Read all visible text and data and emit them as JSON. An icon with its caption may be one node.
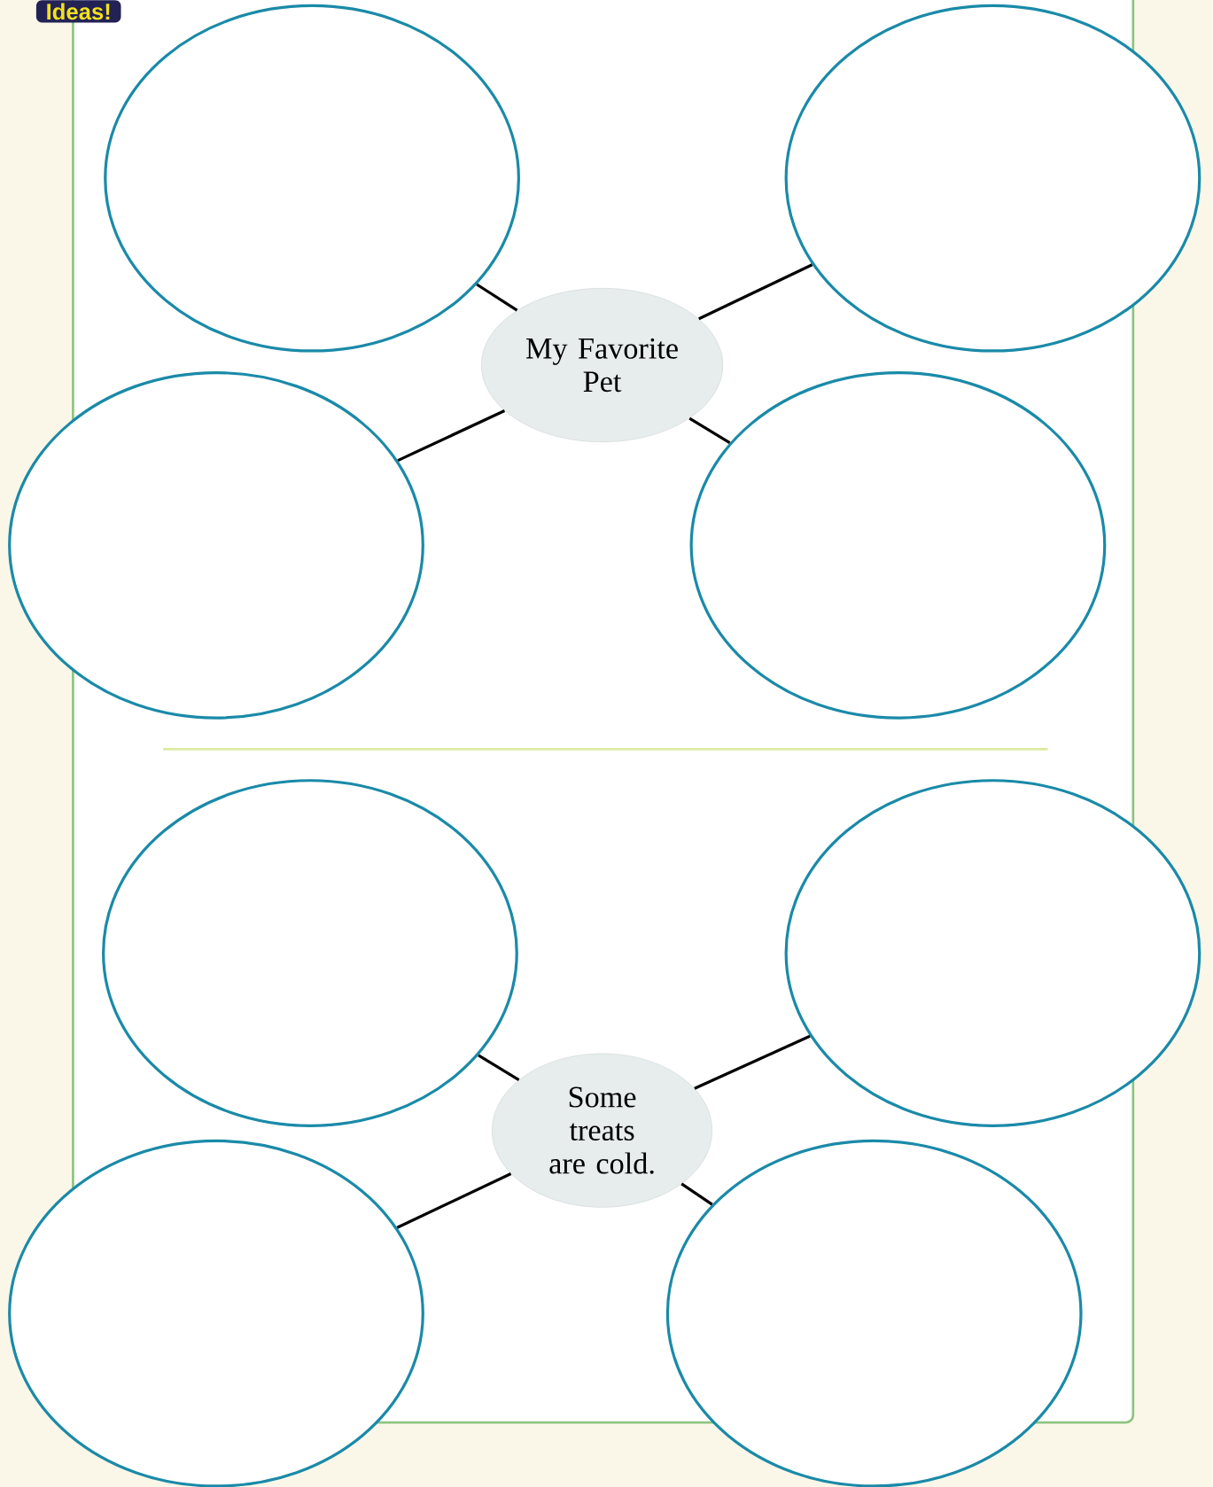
{
  "diagram": {
    "nodes": [
      {
        "text": [],
        "shape": "circle"
      },
      {
        "text": [],
        "shape": "circle"
      },
      {
        "text": [
          "My Favorite Pet"
        ]
      },
      {
        "text": [],
        "shape": "circle"
      },
      {
        "text": [],
        "shape": "circle"
      },
      {
        "text": [],
        "shape": "circle"
      },
      {
        "text": [],
        "shape": "circle"
      },
      {
        "text": [
          "Some treats are cold."
        ]
      },
      {
        "text": [],
        "shape": "circle"
      },
      {
        "text": [],
        "shape": "circle"
      }
    ],
    "edges": [
      {
        "from": 2,
        "to": 0,
        "arrow": "none"
      },
      {
        "from": 2,
        "to": 1,
        "arrow": "none"
      },
      {
        "from": 2,
        "to": 3,
        "arrow": "none"
      },
      {
        "from": 2,
        "to": 4,
        "arrow": "none"
      },
      {
        "from": 7,
        "to": 5,
        "arrow": "none"
      },
      {
        "from": 7,
        "to": 6,
        "arrow": "none"
      },
      {
        "from": 7,
        "to": 8,
        "arrow": "none"
      },
      {
        "from": 7,
        "to": 9,
        "arrow": "none"
      }
    ],
    "labels": [
      "Ideas!"
    ]
  }
}
